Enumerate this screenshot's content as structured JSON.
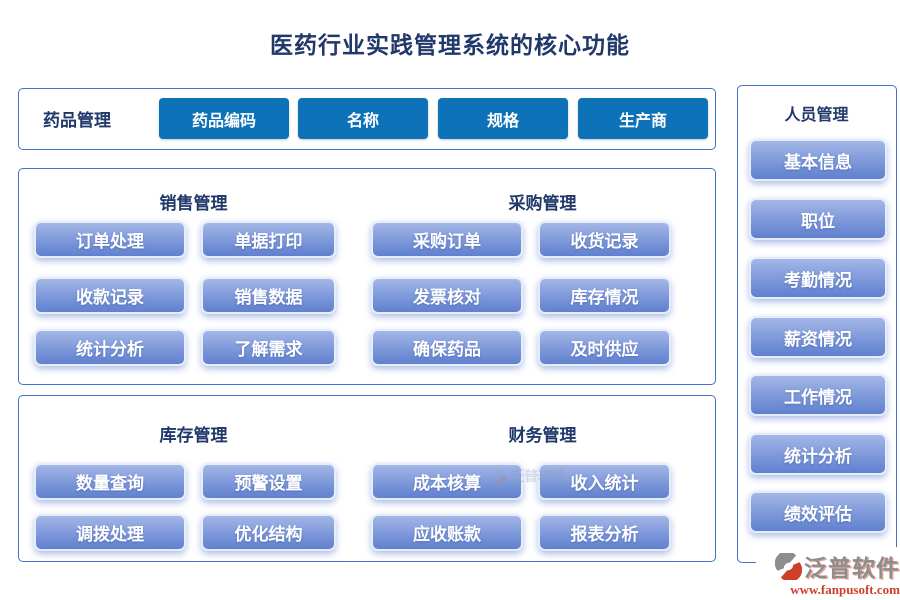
{
  "title": "医药行业实践管理系统的核心功能",
  "drug": {
    "label": "药品管理",
    "buttons": [
      "药品编码",
      "名称",
      "规格",
      "生产商"
    ]
  },
  "sections": [
    {
      "title": "销售管理",
      "buttons": [
        "订单处理",
        "单据打印",
        "收款记录",
        "销售数据",
        "统计分析",
        "了解需求"
      ]
    },
    {
      "title": "采购管理",
      "buttons": [
        "采购订单",
        "收货记录",
        "发票核对",
        "库存情况",
        "确保药品",
        "及时供应"
      ]
    },
    {
      "title": "库存管理",
      "buttons": [
        "数量查询",
        "预警设置",
        "调拨处理",
        "优化结构"
      ]
    },
    {
      "title": "财务管理",
      "buttons": [
        "成本核算",
        "收入统计",
        "应收账款",
        "报表分析"
      ]
    }
  ],
  "personnel": {
    "title": "人员管理",
    "buttons": [
      "基本信息",
      "职位",
      "考勤情况",
      "薪资情况",
      "工作情况",
      "统计分析",
      "绩效评估"
    ]
  },
  "watermark": {
    "text": "泛普软件"
  },
  "logo": {
    "text": "泛普软件",
    "url": "www.fanpusoft.com"
  },
  "colors": {
    "dark_button": "#0e72b8",
    "panel_border": "#4472c4",
    "heading_text": "#21386b",
    "light_button_top": "#a3b6e6",
    "light_button_bottom": "#6080cf",
    "logo_red": "#cc3f2a",
    "logo_gray": "#8d8d8d"
  }
}
